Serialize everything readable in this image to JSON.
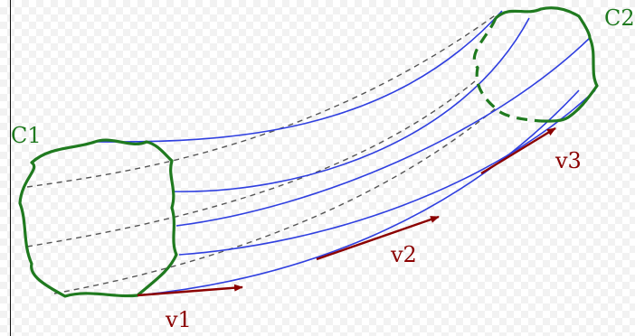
{
  "labels": {
    "c1": "C1",
    "c2": "C2",
    "v1": "v1",
    "v2": "v2",
    "v3": "v3"
  },
  "colors": {
    "curve_green": "#1f7a1f",
    "flow_blue": "#2f3fe0",
    "hidden_gray": "#555555",
    "vector_red": "#8b0000"
  }
}
